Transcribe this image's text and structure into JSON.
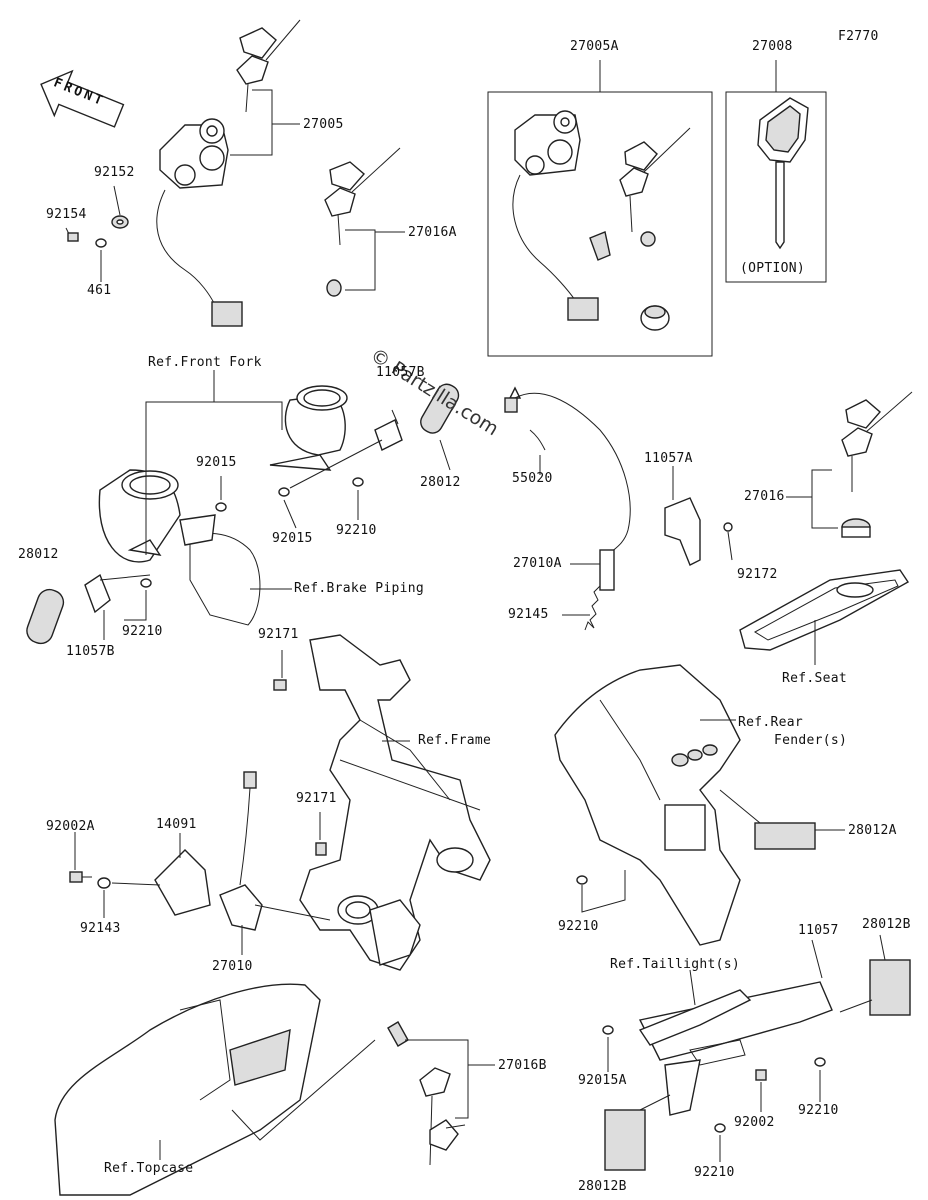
{
  "figure_code": "F2770",
  "front_label": "FRONT",
  "watermark": "© Partzilla.com",
  "option_label": "(OPTION)",
  "parts": {
    "p27005": "27005",
    "p27005A": "27005A",
    "p27008": "27008",
    "p27016A": "27016A",
    "p27016": "27016",
    "p27016B": "27016B",
    "p27010": "27010",
    "p27010A": "27010A",
    "p92152": "92152",
    "p92154": "92154",
    "p461": "461",
    "p11057B_top": "11057B",
    "p11057B_left": "11057B",
    "p11057A": "11057A",
    "p11057": "11057",
    "p28012_mid": "28012",
    "p28012_left": "28012",
    "p28012A": "28012A",
    "p28012B_top": "28012B",
    "p28012B_bot": "28012B",
    "p55020": "55020",
    "p92015_a": "92015",
    "p92015_b": "92015",
    "p92015A": "92015A",
    "p92210_a": "92210",
    "p92210_b": "92210",
    "p92210_c": "92210",
    "p92210_d": "92210",
    "p92210_e": "92210",
    "p92172": "92172",
    "p92145": "92145",
    "p92171_a": "92171",
    "p92171_b": "92171",
    "p92002A": "92002A",
    "p92143": "92143",
    "p14091": "14091",
    "p92002": "92002"
  },
  "refs": {
    "front_fork": "Ref.Front Fork",
    "brake_piping": "Ref.Brake Piping",
    "frame": "Ref.Frame",
    "seat": "Ref.Seat",
    "rear_fender_1": "Ref.Rear",
    "rear_fender_2": "Fender(s)",
    "taillight": "Ref.Taillight(s)",
    "topcase": "Ref.Topcase"
  }
}
